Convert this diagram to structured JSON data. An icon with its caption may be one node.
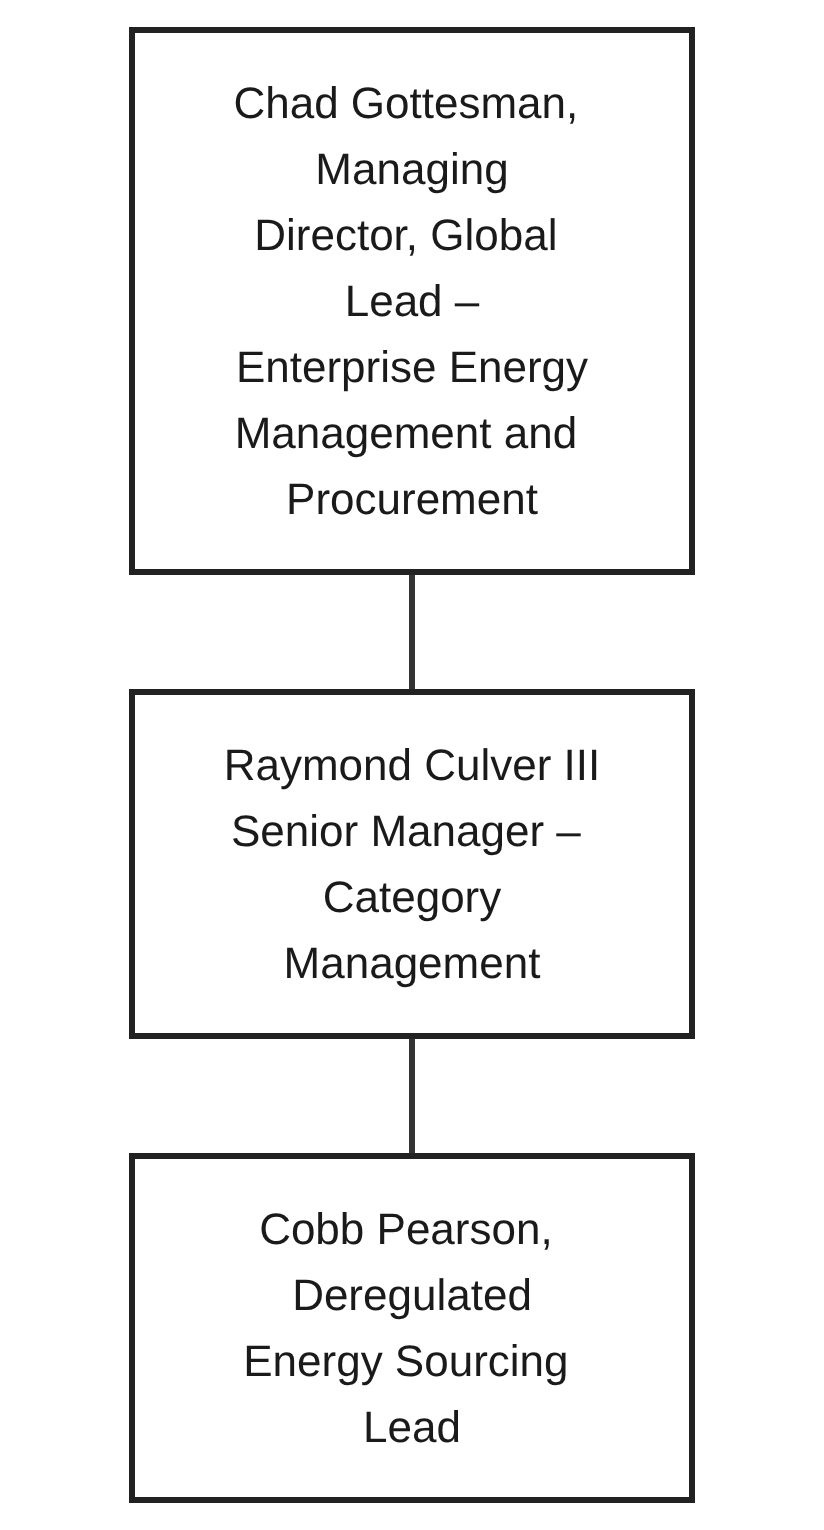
{
  "diagram": {
    "nodes": [
      {
        "text": [
          "Chad Gottesman, Managing Director, Global Lead – Enterprise Energy Management and Procurement"
        ]
      },
      {
        "text": [
          "Raymond Culver III",
          "Senior Manager – Category Management"
        ]
      },
      {
        "text": [
          "Cobb Pearson, Deregulated Energy Sourcing Lead"
        ]
      }
    ],
    "edges": [
      {
        "from": 0,
        "to": 1,
        "arrow": "none"
      },
      {
        "from": 1,
        "to": 2,
        "arrow": "none"
      }
    ]
  }
}
